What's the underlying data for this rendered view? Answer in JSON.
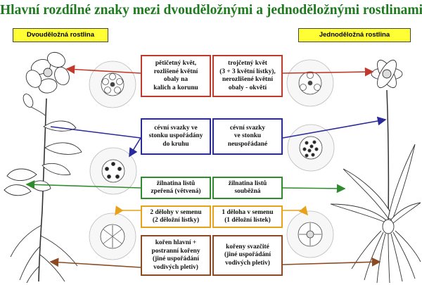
{
  "title": "Hlavní rozdílné znaky mezi dvouděložnými a jednoděložnými rostlinami",
  "left_label": "Dvouděložná rostlina",
  "right_label": "Jednoděložná rostlina",
  "rows": [
    {
      "left": "pětičetný květ,\nrozlišené květní\nobaly na\nkalich a korunu",
      "right": "trojčetný květ\n(3 + 3 květní lístky),\nnerozlišené květní\nobaly - okvětí"
    },
    {
      "left": "cévní svazky ve\nstonku uspořádány\ndo kruhu",
      "right": "cévní svazky\nve stonku\nneuspořádané"
    },
    {
      "left": "žilnatina listů\nzpeřená (větvená)",
      "right": "žilnatina listů\nsouběžná"
    },
    {
      "left": "2 dělohy v semenu\n(2 děložní lístky)",
      "right": "1 děloha v semenu\n(1 děložní lístek)"
    },
    {
      "left": "kořen hlavní +\npostranní kořeny\n(jiné uspořádání\nvodivých pletiv)",
      "right": "kořeny svazčité\n(jiné uspořádání\nvodivých pletiv)"
    }
  ],
  "colors": {
    "title": "#1f7a1f",
    "label_bg": "#ffff33",
    "row_colors": [
      "#c0392b",
      "#2a2a9a",
      "#2e8b2e",
      "#e8a21a",
      "#8b4a22"
    ]
  }
}
